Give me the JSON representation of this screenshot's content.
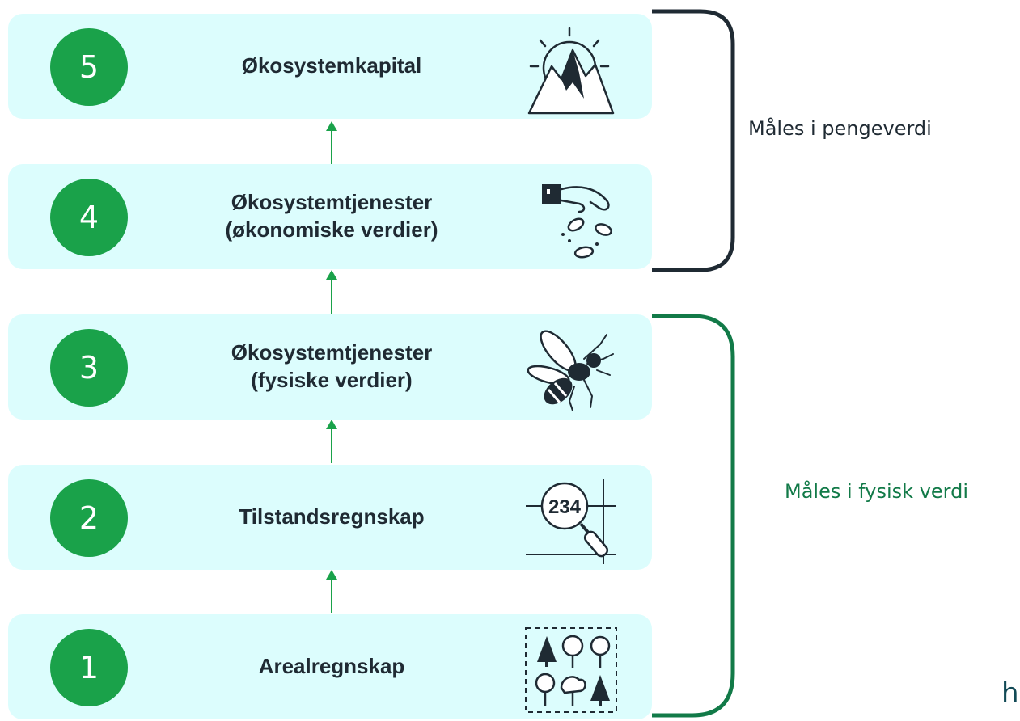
{
  "levels": [
    {
      "number": "5",
      "lines": [
        "Økosystemkapital"
      ],
      "icon": "mountain-sun-icon"
    },
    {
      "number": "4",
      "lines": [
        "Økosystemtjenester",
        "(økonomiske verdier)"
      ],
      "icon": "hand-coins-icon"
    },
    {
      "number": "3",
      "lines": [
        "Økosystemtjenester",
        "(fysiske verdier)"
      ],
      "icon": "bee-icon"
    },
    {
      "number": "2",
      "lines": [
        "Tilstandsregnskap"
      ],
      "icon": "magnifier-234-icon",
      "icon_text": "234"
    },
    {
      "number": "1",
      "lines": [
        "Arealregnskap"
      ],
      "icon": "trees-grid-icon"
    }
  ],
  "brackets": {
    "monetary": {
      "label": "Måles i pengeverdi",
      "color": "#1f2a33"
    },
    "physical": {
      "label": "Måles i fysisk verdi",
      "color": "#127a48"
    }
  },
  "corner_letter": "h",
  "colors": {
    "panel": "#dcfdfd",
    "badge": "#1aa24a",
    "arrow": "#1aa24a",
    "text": "#1f2a33"
  }
}
